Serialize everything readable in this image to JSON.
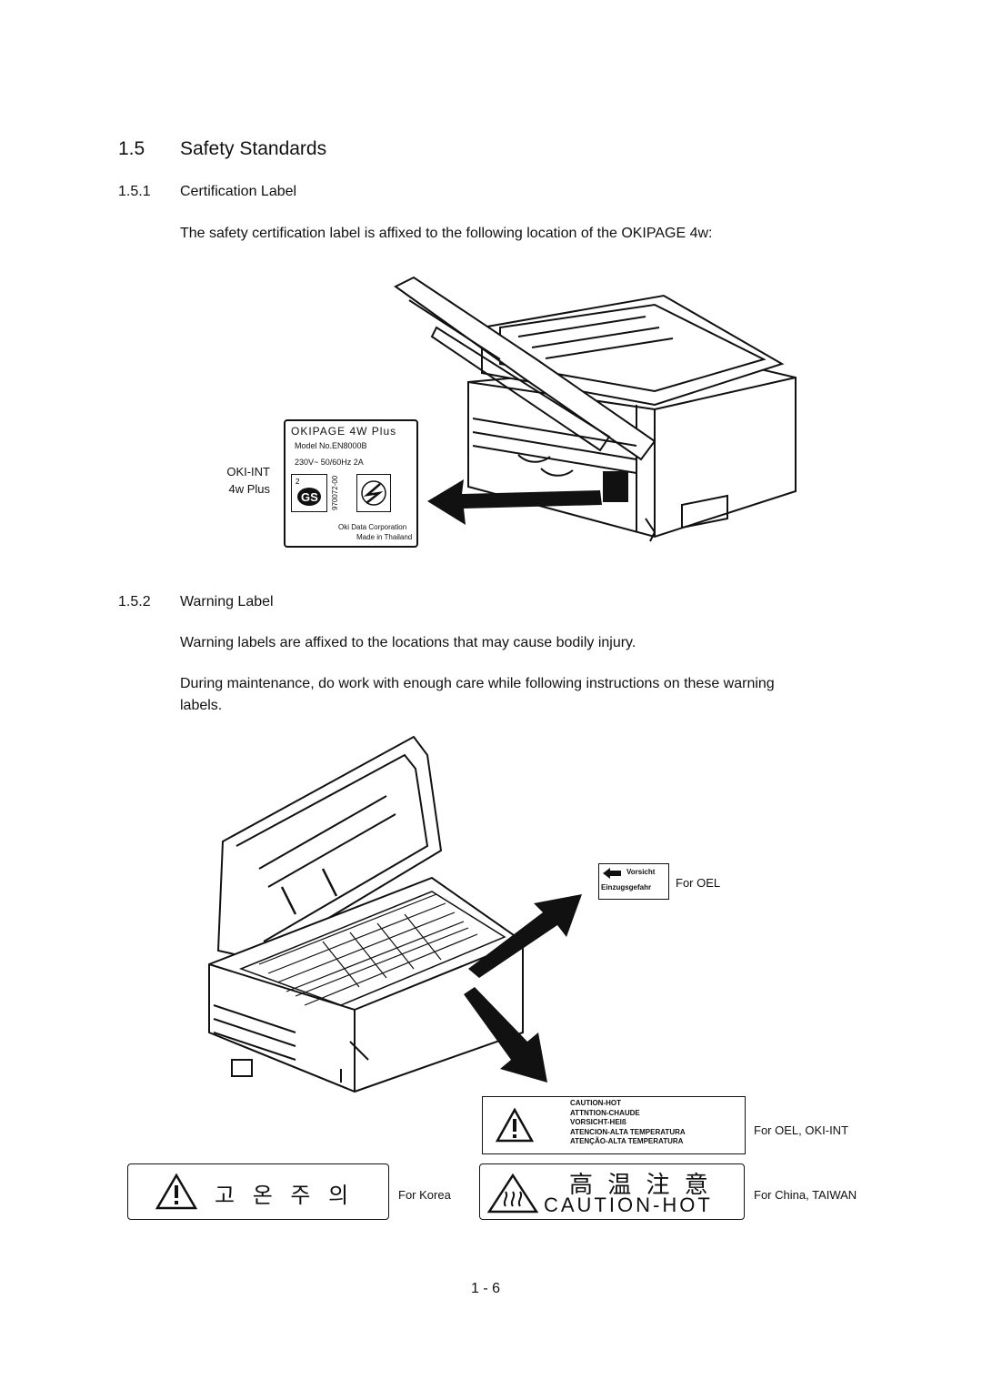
{
  "section": {
    "number": "1.5",
    "title": "Safety Standards"
  },
  "cert": {
    "number": "1.5.1",
    "title": "Certification Label",
    "intro": "The safety certification label is affixed to the following location of the OKIPAGE 4w:",
    "callout_line1": "OKI-INT",
    "callout_line2": "4w Plus",
    "label": {
      "model_name": "OKIPAGE 4W Plus",
      "model_no": "Model No.EN8000B",
      "rating": "230V~ 50/60Hz 2A",
      "serial": "970072-00",
      "maker": "Oki Data Corporation",
      "origin": "Made in Thailand"
    }
  },
  "warning": {
    "number": "1.5.2",
    "title": "Warning Label",
    "para1": "Warning labels are affixed to the locations that may cause bodily injury.",
    "para2_line1": "During maintenance, do work with enough care while following instructions on these warning",
    "para2_line2": "labels.",
    "oel_label": {
      "line1": "Vorsicht",
      "line2": "Einzugsgefahr"
    },
    "oel_caption": "For OEL",
    "hot_label": {
      "l1": "CAUTION-HOT",
      "l2": "ATTNTION-CHAUDE",
      "l3": "VORSICHT-HEIß",
      "l4": "ATENCION-ALTA TEMPERATURA",
      "l5": "ATENÇÃO-ALTA TEMPERATURA"
    },
    "hot_caption": "For OEL, OKI-INT",
    "korea_text": "고 온 주 의",
    "korea_caption": "For Korea",
    "china_text": "高 温 注 意",
    "china_text2": "CAUTION-HOT",
    "china_caption": "For China, TAIWAN"
  },
  "page_number": "1 - 6"
}
